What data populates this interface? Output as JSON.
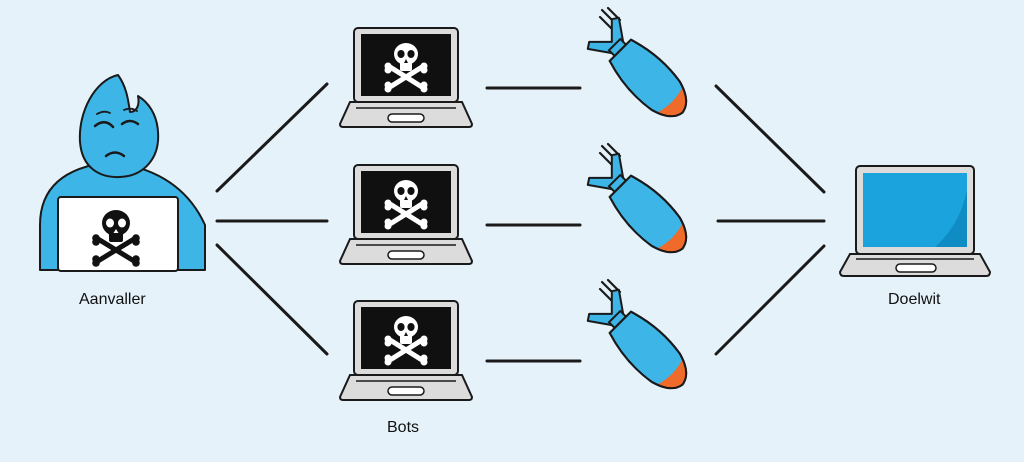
{
  "labels": {
    "attacker": "Aanvaller",
    "bots": "Bots",
    "target": "Doelwit"
  },
  "colors": {
    "background": "#e5f2fa",
    "accent_blue": "#3db5e6",
    "screen_blue": "#1aa3dc",
    "outline": "#1a1a1a",
    "bomb_tip": "#f06a2a",
    "laptop_body": "#dcdcdc",
    "screen_dark": "#101010"
  },
  "icons": {
    "attacker": "hooded-hacker-icon",
    "bot": "infected-laptop-skull-icon",
    "payload": "bomb-icon",
    "target": "target-laptop-icon"
  }
}
